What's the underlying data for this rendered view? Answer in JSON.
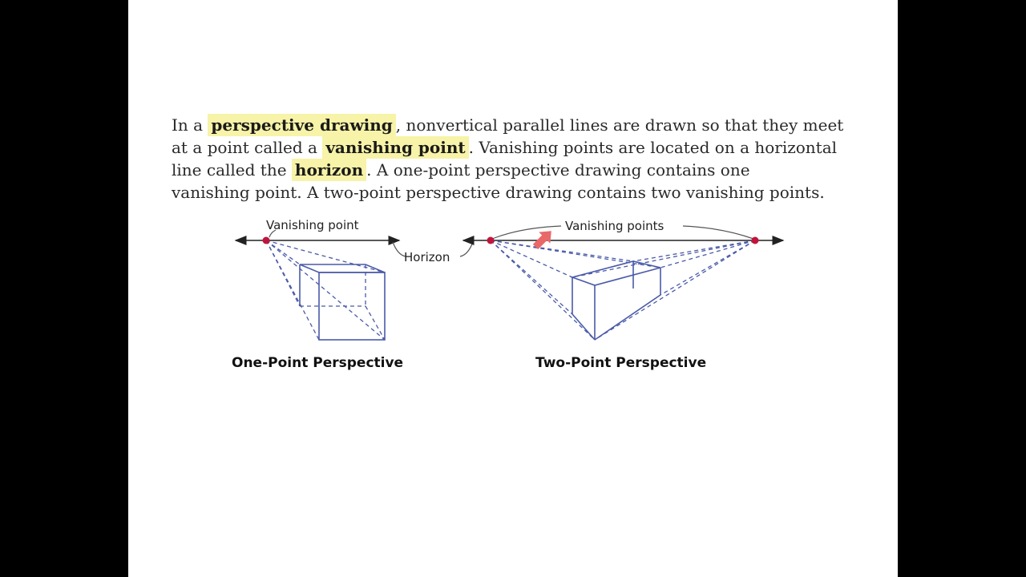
{
  "paragraph": {
    "l1_a": "In a ",
    "term1": "perspective drawing",
    "l1_b": ", nonvertical parallel lines are drawn so that they meet",
    "l2_a": "at a point called a ",
    "term2": "vanishing point",
    "l2_b": ". Vanishing points are located on a horizontal",
    "l3_a": "line called the ",
    "term3": "horizon",
    "l3_b": ". A one-point perspective drawing contains one",
    "l4": "vanishing point. A two-point perspective drawing contains two vanishing points."
  },
  "figure": {
    "one_point": {
      "vanishing_label": "Vanishing point",
      "horizon_label": "Horizon",
      "caption": "One-Point Perspective"
    },
    "two_point": {
      "vanishing_label": "Vanishing points",
      "caption": "Two-Point Perspective"
    }
  },
  "colors": {
    "highlight": "#f7f3a8",
    "drawing_lines": "#4a5aa8",
    "vanishing_dot": "#c0143c",
    "pointer_arrow": "#e9686a",
    "background": "#ffffff",
    "letterbox": "#000000"
  },
  "icons": {
    "pointer": "red-arrow-cursor-icon"
  }
}
